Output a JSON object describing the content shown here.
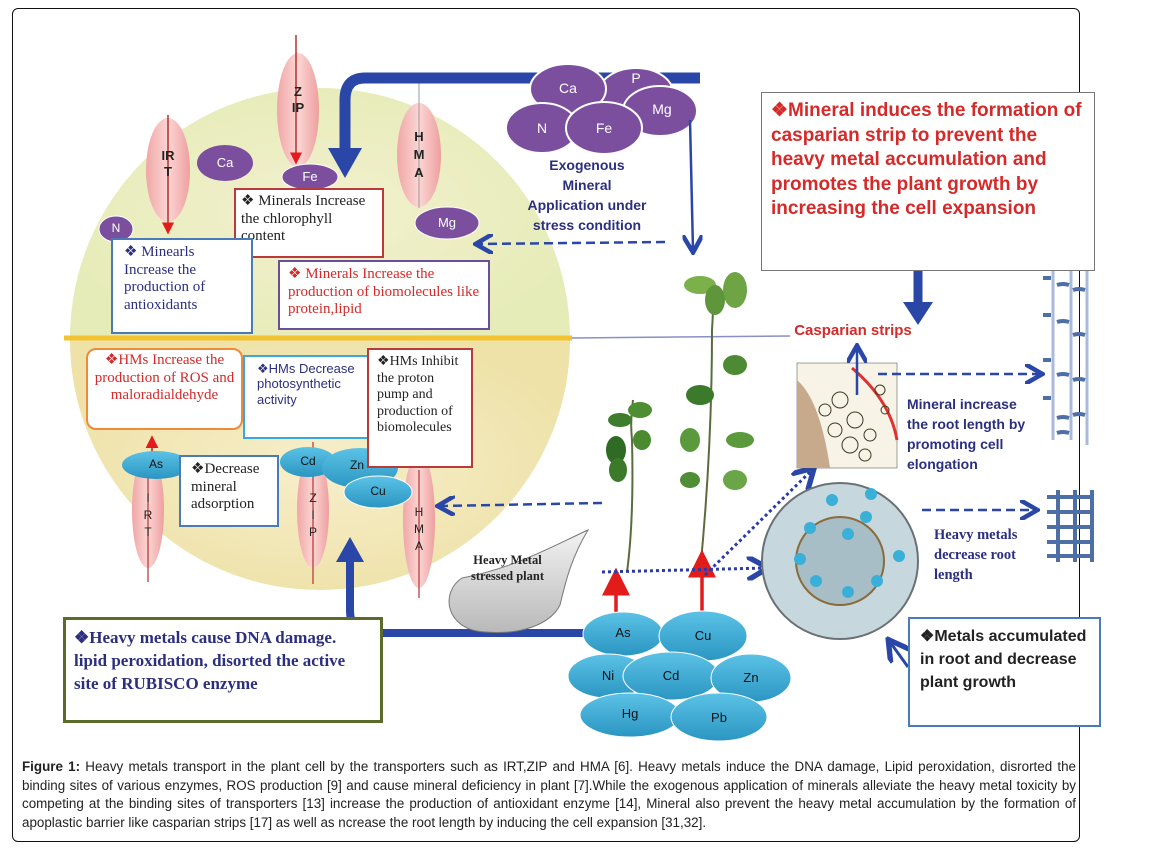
{
  "figure": {
    "transporters_top": [
      "IRT",
      "ZIP",
      "HMA"
    ],
    "transporters_top_labels": {
      "irt": "IR\nT",
      "zip": "Z\nIP",
      "hma": "H\nM\nA"
    },
    "transporters_bottom_labels": {
      "irt": "I\nR\nT",
      "zip": "Z\nI\nP",
      "hma": "H\nM\nA"
    },
    "cell_minerals": [
      "Ca",
      "Fe",
      "N",
      "Mg"
    ],
    "exogenous_minerals": [
      "Ca",
      "P",
      "N",
      "Fe",
      "Mg"
    ],
    "exogenous_label": "Exogenous Mineral Application under stress condition",
    "cell_heavy_metals": [
      "As",
      "Cd",
      "Zn",
      "Cu"
    ],
    "soil_heavy_metals": [
      "As",
      "Cu",
      "Ni",
      "Cd",
      "Zn",
      "Hg",
      "Pb"
    ],
    "boxes": {
      "chlorophyll": {
        "bullet": "❖",
        "text": "Minerals Increase the chlorophyll content"
      },
      "antioxidants": {
        "bullet": "❖",
        "text": "Minearls Increase the production of antioxidants"
      },
      "biomolecules": {
        "bullet": "❖",
        "text": "Minerals Increase the production of biomolecules like protein,lipid"
      },
      "ros": {
        "bullet": "❖",
        "text": "HMs Increase the production of ROS and maloradialdehyde"
      },
      "photosynthetic": {
        "bullet": "❖",
        "text": "HMs Decrease photosynthetic activity"
      },
      "proton_pump": {
        "bullet": "❖",
        "text": "HMs Inhibit the proton pump and production of biomolecules"
      },
      "mineral_adsorption": {
        "bullet": "❖",
        "text": "Decrease mineral adsorption"
      },
      "dna_damage": {
        "bullet": "❖",
        "text": "Heavy metals cause DNA damage. lipid peroxidation, disorted the active site of RUBISCO enzyme"
      },
      "casparian_induce": {
        "bullet": "❖",
        "text": "Mineral induces the formation of casparian strip to prevent the heavy metal accumulation and promotes the plant growth by increasing the cell expansion"
      },
      "metals_accumulated": {
        "bullet": "❖",
        "text": "Metals accumulated in root and decrease plant growth"
      }
    },
    "callout_stressed": "Heavy Metal stressed plant",
    "casparian_label": "Casparian strips",
    "root_length_increase": "Mineral increase the root length by promoting cell elongation",
    "root_length_decrease": "Heavy metals decrease root length",
    "colors": {
      "mineral_purple": "#7b4f9e",
      "metal_blue": "#3aa7cc",
      "arrow_blue": "#2a47a8",
      "transporter_pink": "#f4b8b8",
      "cell_yellow": "#eef0c2",
      "red_text": "#d42a2a",
      "navy_text": "#2c2f7e"
    }
  },
  "caption": {
    "label": "Figure 1:",
    "text": " Heavy metals transport in the plant cell by the transporters such as IRT,ZIP and HMA [6]. Heavy metals induce the DNA damage, Lipid peroxidation, disrorted the binding sites of various enzymes, ROS production [9] and cause mineral deficiency in plant [7].While the exogenous application of minerals alleviate the heavy metal toxicity by competing at the binding sites of transporters [13] increase the production of antioxidant enzyme [14], Mineral also prevent the heavy metal accumulation by the formation of apoplastic barrier like casparian strips [17] as well as ncrease the root length by inducing the cell expansion [31,32]."
  }
}
